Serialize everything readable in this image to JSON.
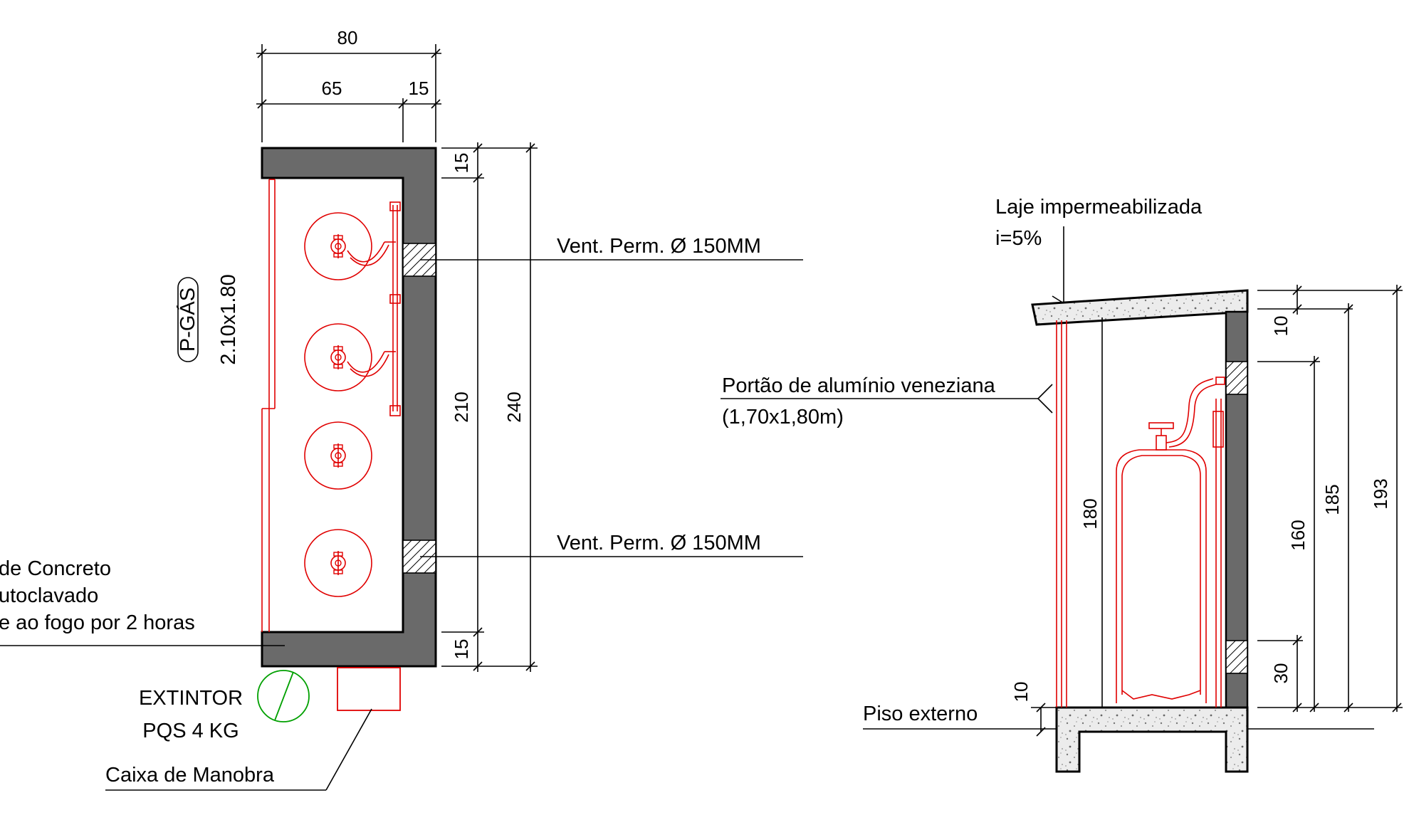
{
  "colors": {
    "wall_fill": "#6a6a6a",
    "gas_equipment": "#e00000",
    "extinguisher": "#00a000",
    "concrete_fill": "#e6e6e6",
    "lines": "#000000"
  },
  "plan": {
    "dims": {
      "overall_width": "80",
      "inner_width": "65",
      "wall_thickness": "15",
      "top_wall": "15",
      "bottom_wall": "15",
      "inner_length": "210",
      "overall_length": "240"
    },
    "tag_code": "P-GÁS",
    "tag_size": "2.10x1.80",
    "vent_top_label": "Vent. Perm. Ø 150MM",
    "vent_bottom_label": "Vent. Perm. Ø 150MM",
    "wall_note": [
      "de Concreto",
      "utoclavado",
      "e ao fogo por 2 horas"
    ],
    "extinguisher_label": [
      "EXTINTOR",
      "PQS 4 KG"
    ],
    "control_box_label": "Caixa de Manobra"
  },
  "section": {
    "slab_label": "Laje impermeabilizada",
    "slope_label": "i=5%",
    "gate_label": "Portão de alumínio veneziana",
    "gate_size": "(1,70x1,80m)",
    "floor_label": "Piso externo",
    "dims": {
      "slab_thickness": "10",
      "floor_step": "10",
      "gate_height": "180",
      "vent_height": "160",
      "inner_height": "185",
      "total_height": "193",
      "vent_low": "30"
    }
  }
}
